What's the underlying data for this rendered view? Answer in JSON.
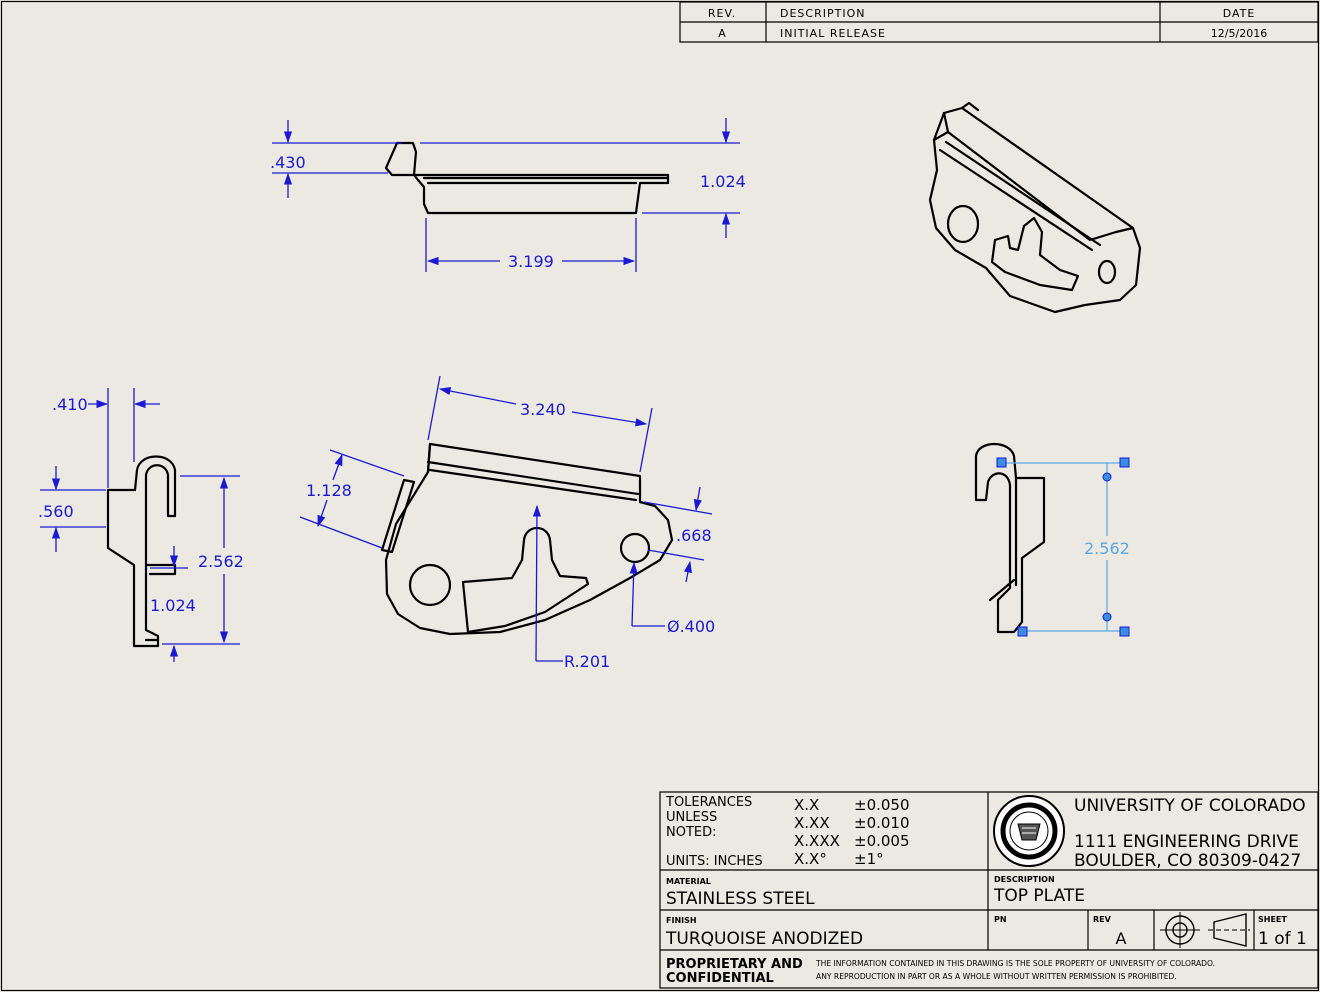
{
  "revision_block": {
    "headers": {
      "rev": "REV.",
      "description": "DESCRIPTION",
      "date": "DATE"
    },
    "rows": [
      {
        "rev": "A",
        "description": "INITIAL RELEASE",
        "date": "12/5/2016"
      }
    ]
  },
  "dimensions": {
    "top_view": {
      "height_430": ".430",
      "height_1024": "1.024",
      "width_3199": "3.199"
    },
    "left_view": {
      "w_410": ".410",
      "h_560": ".560",
      "h_2562": "2.562",
      "h_1024": "1.024"
    },
    "front_view": {
      "w_3240": "3.240",
      "h_1128": "1.128",
      "h_668": ".668",
      "hole_dia": "Ø.400",
      "radius": "R.201"
    },
    "right_view": {
      "h_2562_selected": "2.562"
    }
  },
  "title_block": {
    "tolerances": {
      "label_lines": [
        "TOLERANCES",
        "UNLESS",
        "NOTED:"
      ],
      "units": "UNITS: INCHES",
      "rows": [
        {
          "format": "X.X",
          "value": "±0.050"
        },
        {
          "format": "X.XX",
          "value": "±0.010"
        },
        {
          "format": "X.XXX",
          "value": "±0.005"
        },
        {
          "format": "X.X°",
          "value": "±1°"
        }
      ]
    },
    "organization": "UNIVERSITY OF COLORADO",
    "address_line1": "1111 ENGINEERING DRIVE",
    "address_line2": "BOULDER, CO 80309-0427",
    "material_label": "MATERIAL",
    "material": "STAINLESS STEEL",
    "description_label": "DESCRIPTION",
    "description": "TOP PLATE",
    "finish_label": "FINISH",
    "finish": "TURQUOISE ANODIZED",
    "pn_label": "PN",
    "pn": "",
    "rev_label": "REV",
    "rev": "A",
    "sheet_label": "SHEET",
    "sheet": "1 of 1",
    "proprietary_line1": "PROPRIETARY AND",
    "proprietary_line2": "CONFIDENTIAL",
    "notice_line1": "THE INFORMATION CONTAINED IN THIS DRAWING IS THE SOLE PROPERTY OF UNIVERSITY OF COLORADO.",
    "notice_line2": "ANY REPRODUCTION IN PART OR AS A WHOLE WITHOUT WRITTEN PERMISSION IS PROHIBITED."
  }
}
